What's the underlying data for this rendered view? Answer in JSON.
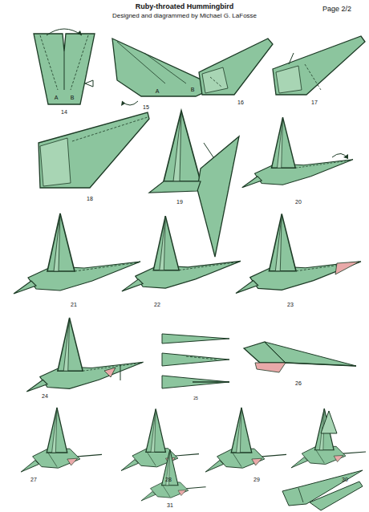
{
  "diagram": {
    "title": "Ruby-throated Hummingbird",
    "labels": [
      "Designed and diagrammed by Michael G. LaFosse",
      "Page 2/2",
      "A",
      "B",
      "14",
      "B",
      "A",
      "15",
      "16",
      "17",
      "18",
      "19",
      "20",
      "21",
      "22",
      "23",
      "24",
      "25",
      "26",
      "27",
      "28",
      "29",
      "30",
      "31"
    ]
  }
}
